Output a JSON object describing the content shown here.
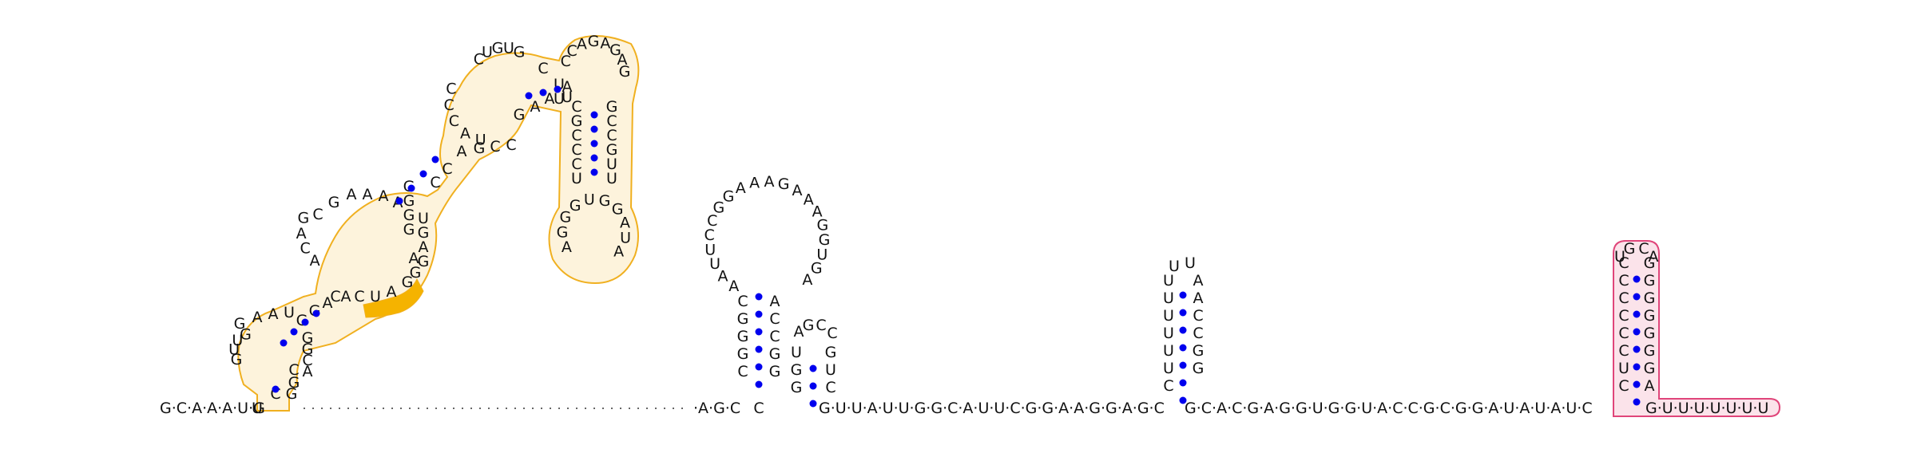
{
  "diagram": {
    "backbone_5prime": "G·C·A·A·A·U·G",
    "backbone_mid": "·A·G·C",
    "backbone_3prime_run": "G·U·U·A·U·U·G·G·C·A·U·U·C·G·G·A·A·G·G·A·G·C",
    "backbone_tail": "G·C·A·C·G·A·G·G·U·G·G·U·A·C·C·G·C·G·G·A·U·A·U·A·U·C",
    "terminator_tail": "G·U·U·U·U·U·U·U",
    "colors": {
      "pair_dot": "#0000ee",
      "domain_outline": "#f0b020",
      "domain_fill": "#fdf3dc",
      "highlight_fill": "#f5b300",
      "terminator_outline": "#e0457a",
      "terminator_fill": "#fbe3ea",
      "text": "#111111"
    }
  }
}
